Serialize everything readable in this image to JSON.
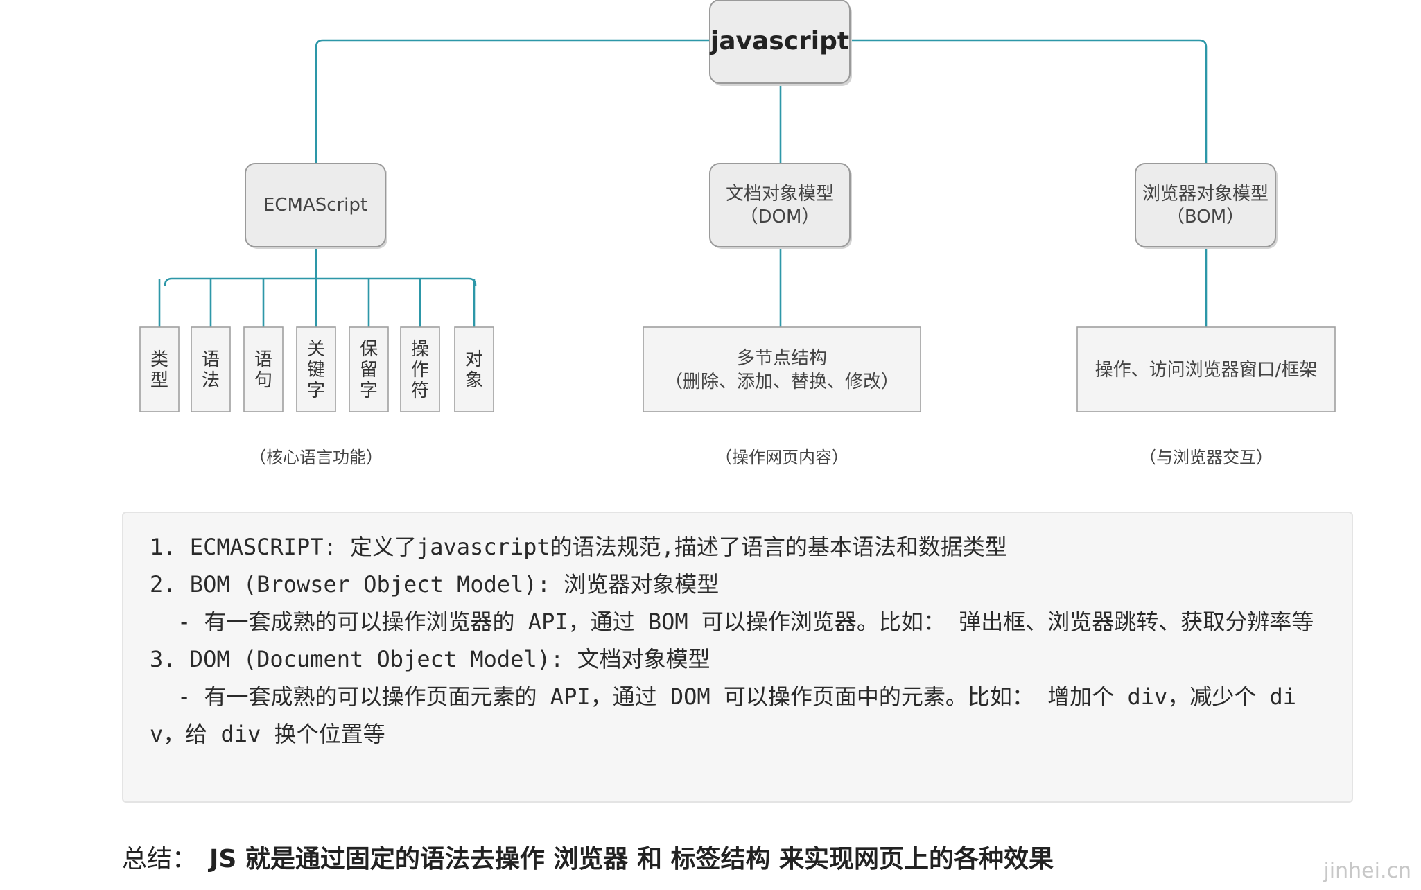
{
  "diagram": {
    "root": "javascript",
    "branches": [
      {
        "title_lines": [
          "ECMAScript"
        ],
        "leaves": [
          "类型",
          "语法",
          "语句",
          "关键字",
          "保留字",
          "操作符",
          "对象"
        ],
        "caption": "（核心语言功能）"
      },
      {
        "title_lines": [
          "文档对象模型",
          "（DOM）"
        ],
        "detail_lines": [
          "多节点结构",
          "（删除、添加、替换、修改）"
        ],
        "caption": "（操作网页内容）"
      },
      {
        "title_lines": [
          "浏览器对象模型",
          "（BOM）"
        ],
        "detail_lines": [
          "操作、访问浏览器窗口/框架"
        ],
        "caption": "（与浏览器交互）"
      }
    ]
  },
  "notes": [
    {
      "text": "1. ECMASCRIPT: 定义了javascript的语法规范,描述了语言的基本语法和数据类型",
      "indent": false
    },
    {
      "text": "2. BOM (Browser Object Model): 浏览器对象模型",
      "indent": false
    },
    {
      "text": "- 有一套成熟的可以操作浏览器的 API，通过 BOM 可以操作浏览器。比如： 弹出框、浏览器跳转、获取分辨率等",
      "indent": true
    },
    {
      "text": "3. DOM (Document Object Model): 文档对象模型",
      "indent": false
    },
    {
      "text": "- 有一套成熟的可以操作页面元素的 API，通过 DOM 可以操作页面中的元素。比如： 增加个 div，减少个 div，给 div 换个位置等",
      "indent": true
    }
  ],
  "summary": {
    "label": "总结：",
    "text": "JS 就是通过固定的语法去操作 浏览器 和 标签结构 来实现网页上的各种效果"
  },
  "watermark": "jinhei.cn"
}
